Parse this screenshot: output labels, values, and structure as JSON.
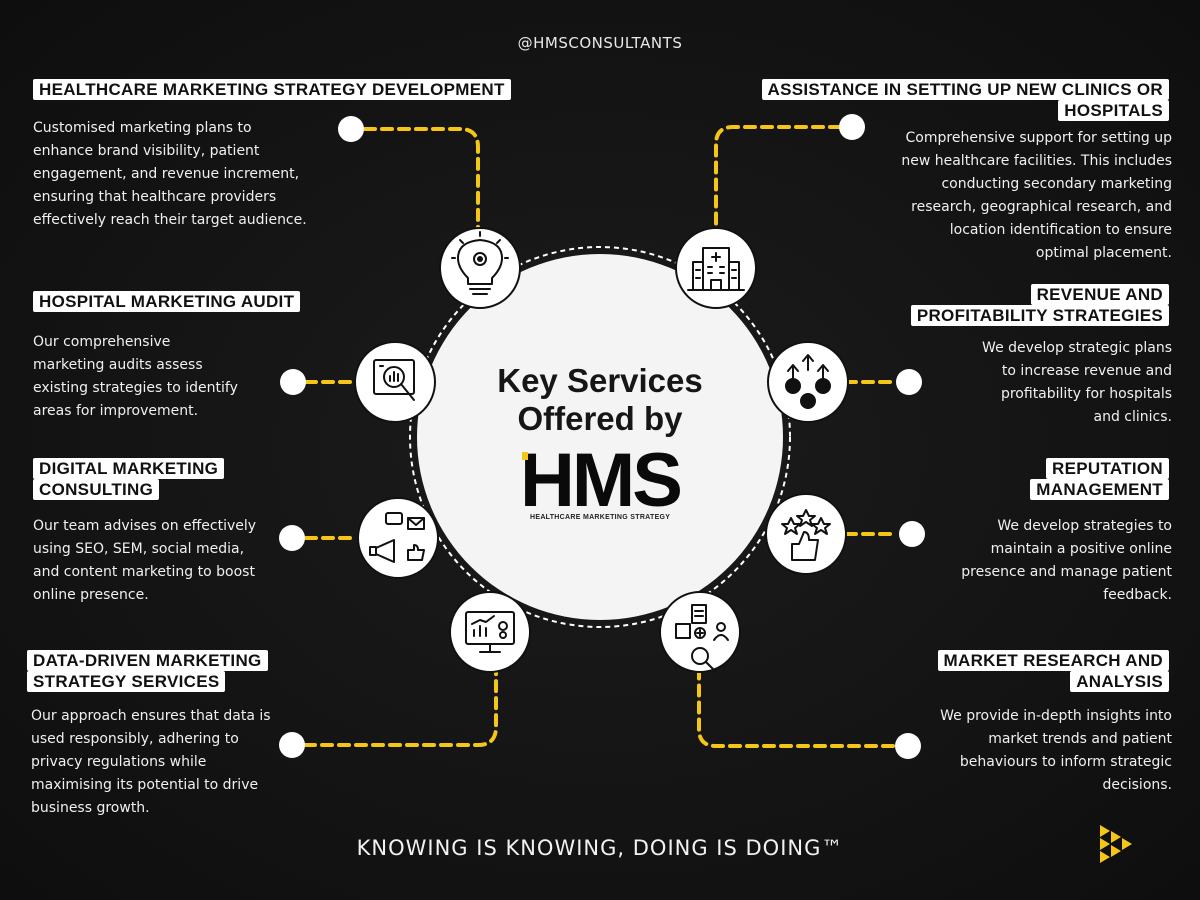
{
  "handle": "@HMSCONSULTANTS",
  "center": {
    "line1": "Key Services",
    "line2": "Offered by",
    "logo_text": "HMS",
    "logo_subtitle": "HEALTHCARE MARKETING STRATEGY"
  },
  "services": [
    {
      "title": [
        "HEALTHCARE MARKETING STRATEGY DEVELOPMENT"
      ],
      "description": [
        "Customised marketing plans to",
        "enhance brand visibility, patient",
        "engagement, and revenue increment,",
        "ensuring that healthcare providers",
        "effectively reach their target audience."
      ],
      "icon": "lightbulb-gear-icon"
    },
    {
      "title": [
        "ASSISTANCE IN SETTING UP NEW CLINICS OR",
        "HOSPITALS"
      ],
      "description": [
        "Comprehensive support for setting up",
        "new healthcare facilities. This includes",
        "conducting secondary marketing",
        "research, geographical research, and",
        "location identification to ensure",
        "optimal placement."
      ],
      "icon": "hospital-building-icon"
    },
    {
      "title": [
        "HOSPITAL MARKETING AUDIT"
      ],
      "description": [
        "Our comprehensive",
        "marketing audits assess",
        "existing strategies to identify",
        "areas for improvement."
      ],
      "icon": "audit-magnifier-icon"
    },
    {
      "title": [
        "REVENUE AND",
        "PROFITABILITY STRATEGIES"
      ],
      "description": [
        "We develop strategic plans",
        "to increase revenue and",
        "profitability for hospitals",
        "and clinics."
      ],
      "icon": "revenue-growth-icon"
    },
    {
      "title": [
        "DIGITAL MARKETING",
        "CONSULTING"
      ],
      "description": [
        "Our team advises on effectively",
        "using SEO, SEM, social media,",
        "and content marketing to boost",
        "online presence."
      ],
      "icon": "megaphone-social-icon"
    },
    {
      "title": [
        "REPUTATION",
        "MANAGEMENT"
      ],
      "description": [
        "We develop strategies to",
        "maintain a positive online",
        "presence and manage patient",
        "feedback."
      ],
      "icon": "stars-thumbs-up-icon"
    },
    {
      "title": [
        "DATA-DRIVEN MARKETING",
        "STRATEGY SERVICES"
      ],
      "description": [
        "Our approach ensures that data is",
        "used responsibly, adhering to",
        "privacy regulations while",
        "maximising its potential to drive",
        "business growth."
      ],
      "icon": "analytics-monitor-icon"
    },
    {
      "title": [
        "MARKET RESEARCH AND",
        "ANALYSIS"
      ],
      "description": [
        "We provide in-depth insights into",
        "market trends and patient",
        "behaviours to inform strategic",
        "decisions."
      ],
      "icon": "market-research-icon"
    }
  ],
  "tagline": "KNOWING IS KNOWING, DOING IS DOING™",
  "colors": {
    "background": "#111111",
    "accent": "#f5c518",
    "text": "#ffffff",
    "center_fill": "#f4f4f4"
  },
  "brand_mark_icon": "yellow-triangles-logo-icon"
}
